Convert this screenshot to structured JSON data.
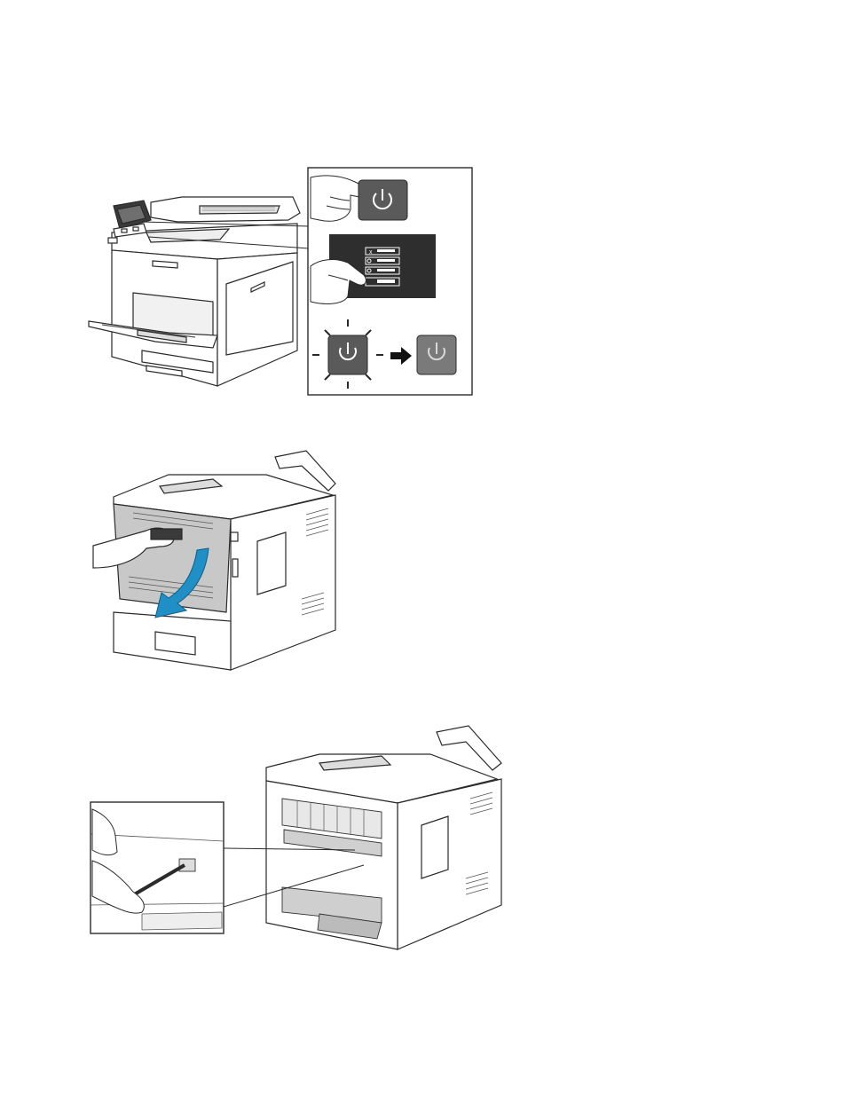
{
  "page": {
    "background": "#ffffff"
  },
  "colors": {
    "outline": "#2a2a2a",
    "printer_body": "#ffffff",
    "panel_dark": "#2e2e2e",
    "power_button": "#5a5a5a",
    "door_gray": "#c8c8c8",
    "arrow_blue": "#1f8fc6"
  },
  "figures": [
    {
      "step": "power-off",
      "icons": [
        "printer-front-icon",
        "hand-pointer-icon",
        "power-button-icon",
        "control-panel-menu-icon",
        "power-blinking-icon",
        "arrow-right-icon",
        "power-off-icon"
      ],
      "menu_letter": "x"
    },
    {
      "step": "open-rear-door",
      "icons": [
        "printer-rear-icon",
        "hand-icon",
        "rear-door-icon",
        "open-arrow-icon"
      ]
    },
    {
      "step": "clean-sensor",
      "icons": [
        "printer-rear-open-icon",
        "fuser-icon",
        "zoom-callout-icon",
        "hand-icon",
        "swab-icon"
      ]
    }
  ]
}
